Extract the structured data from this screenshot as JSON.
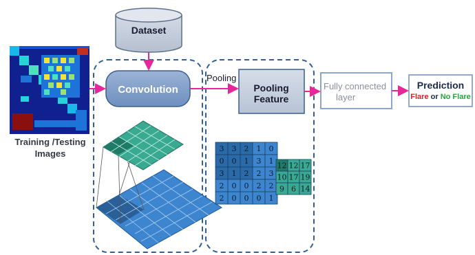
{
  "dataset": {
    "label": "Dataset"
  },
  "convolution": {
    "label": "Convolution"
  },
  "pooling": {
    "arrow_label": "Pooling",
    "feature_label": "Pooling Feature"
  },
  "fully_connected": {
    "line1": "Fully connected",
    "line2": "layer"
  },
  "prediction": {
    "title": "Prediction",
    "class_a": "Flare",
    "joiner": "or",
    "class_b": "No Flare"
  },
  "input": {
    "line1": "Training /Testing",
    "line2": "Images"
  },
  "pool_input_matrix": [
    [
      "3",
      "3",
      "2",
      "1",
      "0"
    ],
    [
      "0",
      "0",
      "1",
      "3",
      "1"
    ],
    [
      "3",
      "1",
      "2",
      "2",
      "3"
    ],
    [
      "2",
      "0",
      "0",
      "2",
      "2"
    ],
    [
      "2",
      "0",
      "0",
      "0",
      "1"
    ]
  ],
  "pool_output_matrix": [
    [
      "12",
      "12",
      "17"
    ],
    [
      "10",
      "17",
      "19"
    ],
    [
      "9",
      "6",
      "14"
    ]
  ],
  "colors": {
    "arrow": "#e8269a",
    "dashed_border": "#2f5f96",
    "conv_fill": "#8aa6cf",
    "box_fill": "#c7d2e2",
    "teal": "#3aa992",
    "blue_grid": "#3d86cf"
  }
}
